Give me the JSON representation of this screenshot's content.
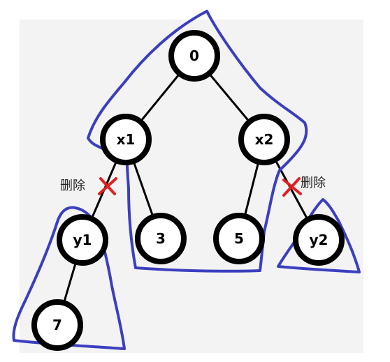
{
  "diagram": {
    "nodes": [
      {
        "id": "0",
        "label": "0"
      },
      {
        "id": "x1",
        "label": "x1"
      },
      {
        "id": "x2",
        "label": "x2"
      },
      {
        "id": "y1",
        "label": "y1"
      },
      {
        "id": "3",
        "label": "3"
      },
      {
        "id": "5",
        "label": "5"
      },
      {
        "id": "y2",
        "label": "y2"
      },
      {
        "id": "7",
        "label": "7"
      }
    ],
    "edges": [
      {
        "from": "0",
        "to": "x1",
        "deleted": false
      },
      {
        "from": "0",
        "to": "x2",
        "deleted": false
      },
      {
        "from": "x1",
        "to": "y1",
        "deleted": true
      },
      {
        "from": "x1",
        "to": "3",
        "deleted": false
      },
      {
        "from": "x2",
        "to": "5",
        "deleted": false
      },
      {
        "from": "x2",
        "to": "y2",
        "deleted": true
      },
      {
        "from": "y1",
        "to": "7",
        "deleted": false
      }
    ],
    "annotations": {
      "delete_left": "删除",
      "delete_right": "删除"
    },
    "colors": {
      "panel": "#f3f3f3",
      "node_stroke": "#000000",
      "node_fill": "#ffffff",
      "edge": "#000000",
      "outline": "#3b3fbf",
      "cross": "#e02020"
    }
  }
}
